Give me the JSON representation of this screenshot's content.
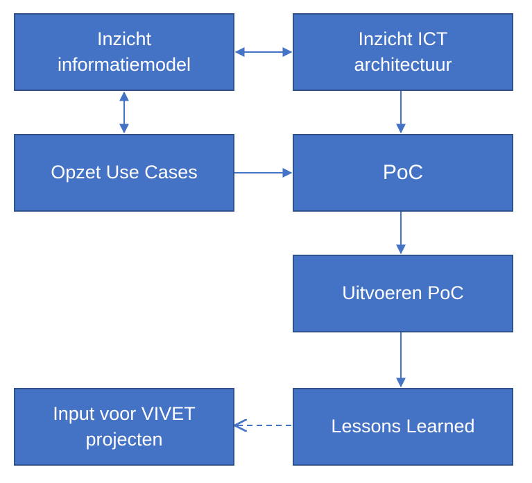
{
  "diagram": {
    "accent_color": "#4472c4",
    "border_color": "#2f528f",
    "boxes": {
      "info": "Inzicht\ninformatiemodel",
      "ict": "Inzicht ICT\narchitectuur",
      "usecase": "Opzet Use Cases",
      "poc": "PoC",
      "uitvoeren": "Uitvoeren PoC",
      "input": "Input voor VIVET\nprojecten",
      "lessons": "Lessons Learned"
    },
    "connections": [
      {
        "from": "info",
        "to": "ict",
        "style": "solid",
        "bidirectional": true
      },
      {
        "from": "info",
        "to": "usecase",
        "style": "solid",
        "bidirectional": true
      },
      {
        "from": "ict",
        "to": "poc",
        "style": "solid",
        "bidirectional": false
      },
      {
        "from": "usecase",
        "to": "poc",
        "style": "solid",
        "bidirectional": false
      },
      {
        "from": "poc",
        "to": "uitvoeren",
        "style": "solid",
        "bidirectional": false
      },
      {
        "from": "uitvoeren",
        "to": "lessons",
        "style": "solid",
        "bidirectional": false
      },
      {
        "from": "lessons",
        "to": "input",
        "style": "dashed",
        "bidirectional": false
      }
    ]
  }
}
